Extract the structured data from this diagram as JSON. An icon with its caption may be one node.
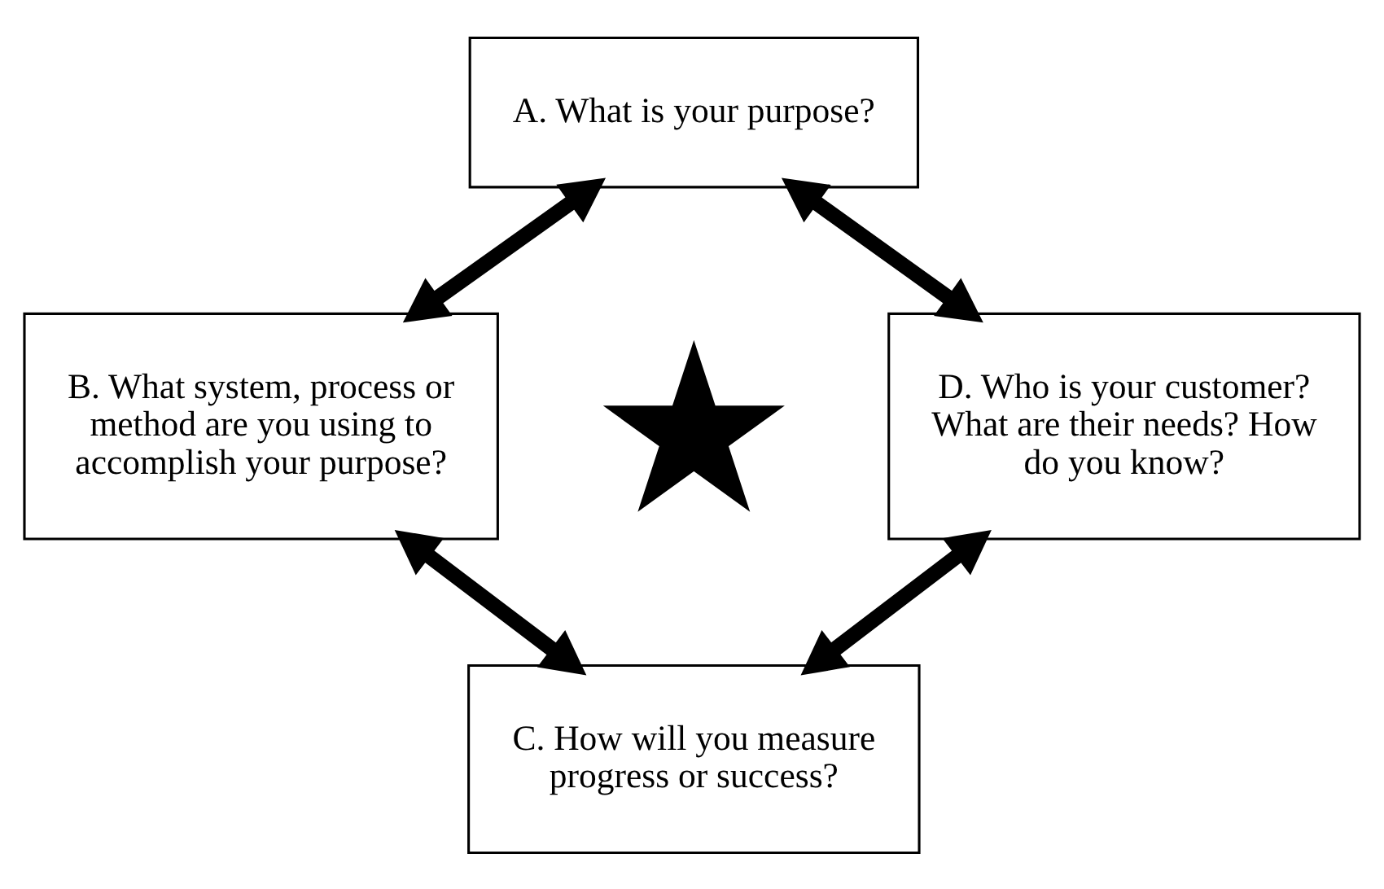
{
  "diagram": {
    "nodes": [
      {
        "text": [
          "A. What is your purpose?"
        ]
      },
      {
        "text": [
          "B. What system, process or method are you using to accomplish your purpose?"
        ]
      },
      {
        "text": [],
        "shape": "cross"
      },
      {
        "text": [
          "D. Who is your customer? What are their needs? How do you know?"
        ]
      },
      {
        "text": [
          "C. How will you measure progress or success?"
        ]
      }
    ],
    "edges": [
      {
        "from": 0,
        "to": 1,
        "arrow": "both"
      },
      {
        "from": 0,
        "to": 3,
        "arrow": "both"
      },
      {
        "from": 1,
        "to": 4,
        "arrow": "both"
      },
      {
        "from": 3,
        "to": 4,
        "arrow": "both"
      }
    ]
  }
}
